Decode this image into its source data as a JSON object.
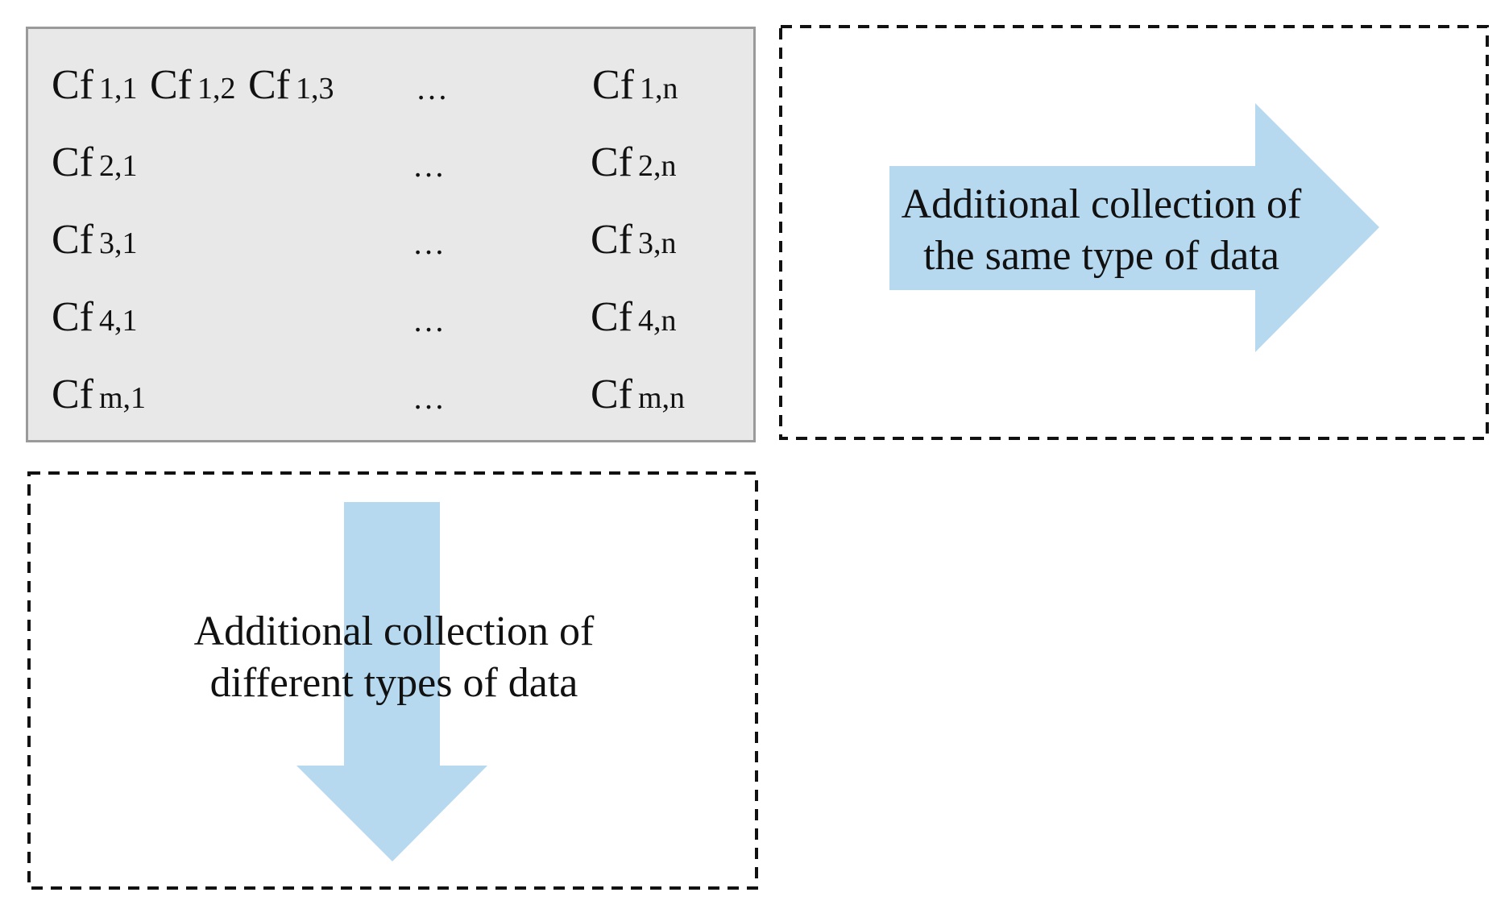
{
  "matrix": {
    "rows": [
      {
        "cells": [
          {
            "base": "Cf",
            "sub": "1,1"
          },
          {
            "base": "Cf",
            "sub": "1,2"
          },
          {
            "base": "Cf",
            "sub": "1,3"
          }
        ],
        "ellipsis": "…",
        "last": {
          "base": "Cf",
          "sub": "1,n"
        }
      },
      {
        "cells": [
          {
            "base": "Cf",
            "sub": "2,1"
          }
        ],
        "ellipsis": "…",
        "last": {
          "base": "Cf",
          "sub": "2,n"
        }
      },
      {
        "cells": [
          {
            "base": "Cf",
            "sub": "3,1"
          }
        ],
        "ellipsis": "…",
        "last": {
          "base": "Cf",
          "sub": "3,n"
        }
      },
      {
        "cells": [
          {
            "base": "Cf",
            "sub": "4,1"
          }
        ],
        "ellipsis": "…",
        "last": {
          "base": "Cf",
          "sub": "4,n"
        }
      },
      {
        "cells": [
          {
            "base": "Cf",
            "sub": "m,1"
          }
        ],
        "ellipsis": "…",
        "last": {
          "base": "Cf",
          "sub": "m,n"
        }
      }
    ]
  },
  "arrows": {
    "right": {
      "line1": "Additional collection of",
      "line2": "the same type of data",
      "color": "#b6d9f0"
    },
    "down": {
      "line1": "Additional collection of",
      "line2": "different types of data",
      "color": "#b6d9f0"
    }
  },
  "colors": {
    "matrix_fill": "#e8e8e8",
    "matrix_border": "#9a9a9a",
    "dashed_border": "#111111"
  }
}
